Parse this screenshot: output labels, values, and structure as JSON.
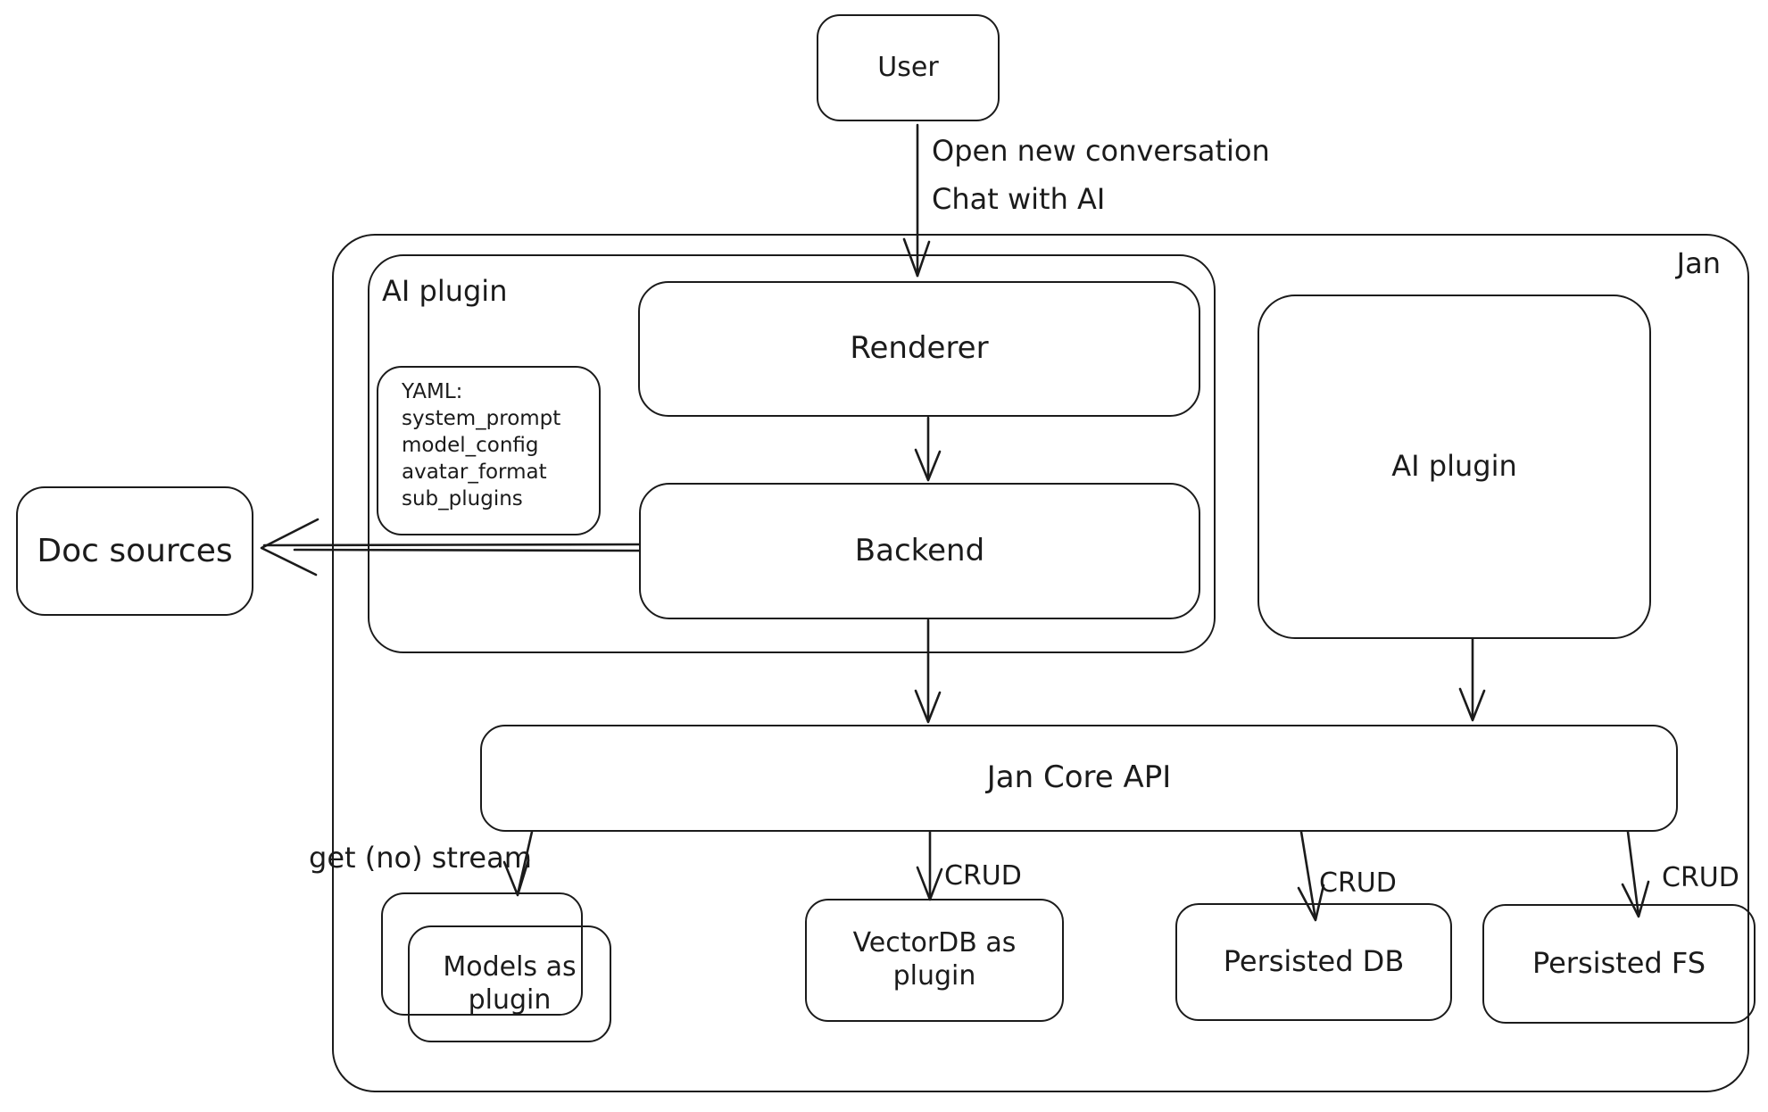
{
  "colors": {
    "stroke": "#1b1b1b",
    "canvas_bg": "#ffffff"
  },
  "nodes": {
    "user": {
      "label": "User"
    },
    "jan_container": {
      "label": "Jan"
    },
    "ai_plugin_group": {
      "label": "AI plugin"
    },
    "renderer": {
      "label": "Renderer"
    },
    "yaml_note": {
      "lines": [
        "YAML:",
        "system_prompt",
        "model_config",
        "avatar_format",
        "sub_plugins"
      ]
    },
    "backend": {
      "label": "Backend"
    },
    "ai_plugin_right": {
      "label": "AI plugin"
    },
    "doc_sources": {
      "label": "Doc sources"
    },
    "jan_core_api": {
      "label": "Jan Core API"
    },
    "models_plugin": {
      "label": "Models as plugin"
    },
    "vectordb_plugin": {
      "label": "VectorDB as plugin"
    },
    "persisted_db": {
      "label": "Persisted DB"
    },
    "persisted_fs": {
      "label": "Persisted FS"
    }
  },
  "edges": {
    "user_to_renderer": {
      "labels": [
        "Open new conversation",
        "Chat with AI"
      ]
    },
    "core_to_models": {
      "label": "get (no) stream"
    },
    "core_to_vectordb": {
      "label": "CRUD"
    },
    "core_to_persisted_db": {
      "label": "CRUD"
    },
    "core_to_persisted_fs": {
      "label": "CRUD"
    }
  }
}
